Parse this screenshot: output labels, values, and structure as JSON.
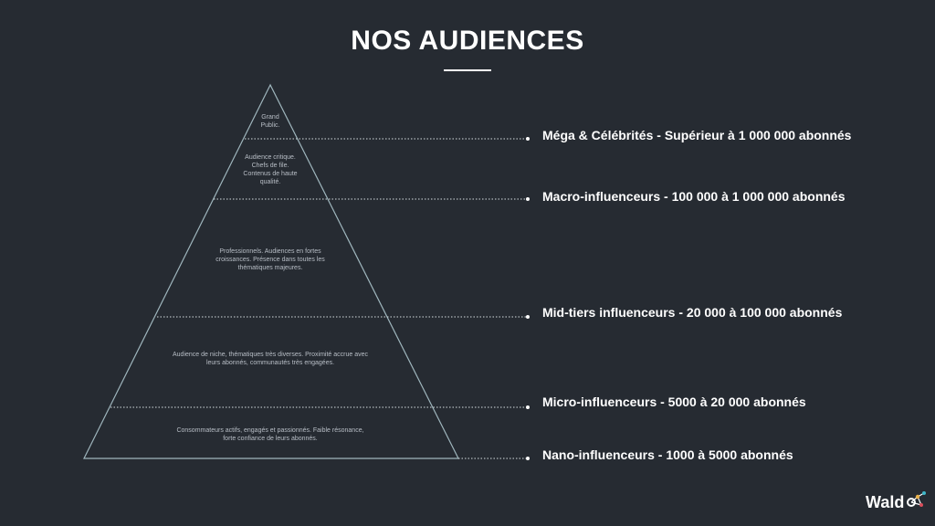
{
  "title": "NOS AUDIENCES",
  "tiers": [
    {
      "label": "Méga & Célébrités - Supérieur à 1 000 000 abonnés",
      "description": "Grand Public."
    },
    {
      "label": "Macro-influenceurs - 100 000 à 1 000 000 abonnés",
      "description": "Audience critique. Chefs de file. Contenus de haute qualité."
    },
    {
      "label": "Mid-tiers influenceurs - 20 000 à 100 000 abonnés",
      "description": "Professionnels. Audiences en fortes croissances. Présence dans toutes les thématiques majeures."
    },
    {
      "label": "Micro-influenceurs - 5000 à 20 000 abonnés",
      "description": "Audience de niche, thématiques très diverses. Proximité accrue avec leurs abonnés, communautés très engagées."
    },
    {
      "label": "Nano-influenceurs  - 1000 à 5000 abonnés",
      "description": "Consommateurs actifs, engagés et passionnés. Faible résonance, forte confiance de leurs abonnés."
    }
  ],
  "brand": {
    "name": "Wald",
    "accent": "#e8b04a"
  },
  "colors": {
    "background": "#262b32",
    "line": "#9fb6bd"
  }
}
